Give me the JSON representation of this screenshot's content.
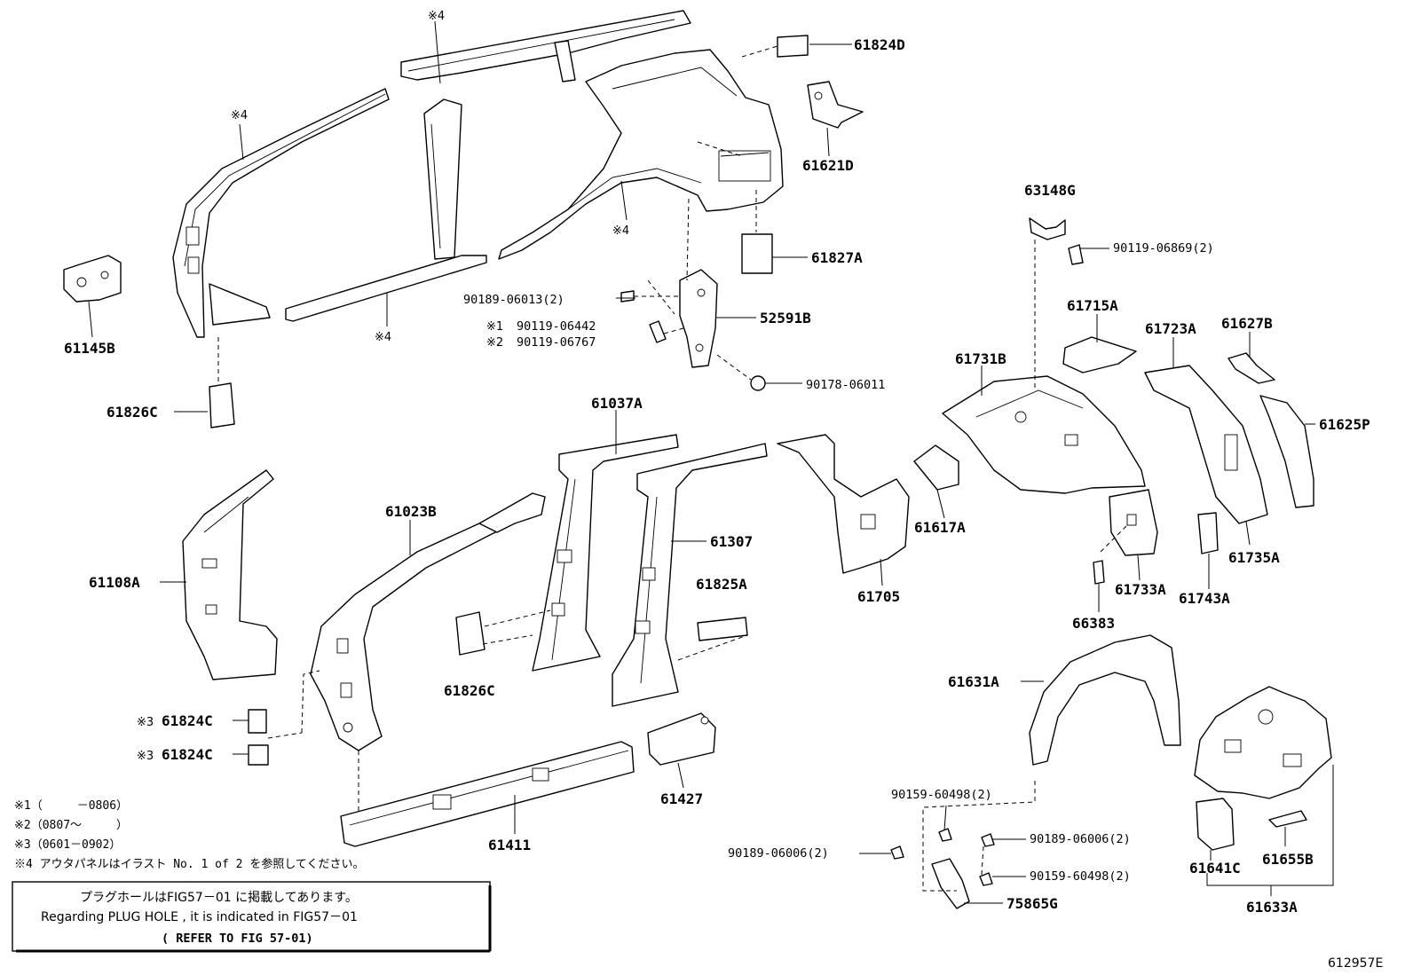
{
  "diagram": {
    "parts": {
      "p61824D": "61824D",
      "p61621D": "61621D",
      "p61827A": "61827A",
      "p63148G": "63148G",
      "f90119_06869": "90119-06869(2)",
      "f90189_06013": "90189-06013(2)",
      "f90119_06442": "90119-06442",
      "f90119_06767": "90119-06767",
      "p52591B": "52591B",
      "f90178_06011": "90178-06011",
      "p61145B": "61145B",
      "p61826C_a": "61826C",
      "p61037A": "61037A",
      "p61715A": "61715A",
      "p61723A": "61723A",
      "p61627B": "61627B",
      "p61731B": "61731B",
      "p61625P": "61625P",
      "p61023B": "61023B",
      "p61307": "61307",
      "p61108A": "61108A",
      "p61825A": "61825A",
      "p61617A": "61617A",
      "p61705": "61705",
      "p61735A": "61735A",
      "p61733A": "61733A",
      "p61743A": "61743A",
      "p66383": "66383",
      "p61826C_b": "61826C",
      "p61824C_a": "61824C",
      "p61824C_b": "61824C",
      "p61631A": "61631A",
      "p61427": "61427",
      "p61411": "61411",
      "f90159_60498_a": "90159-60498(2)",
      "f90189_06006_a": "90189-06006(2)",
      "f90189_06006_b": "90189-06006(2)",
      "f90159_60498_b": "90159-60498(2)",
      "p75865G": "75865G",
      "p61641C": "61641C",
      "p61655B": "61655B",
      "p61633A": "61633A"
    },
    "marks": {
      "m4": "※4",
      "m1": "※1",
      "m2": "※2",
      "m3": "※3"
    },
    "notes": {
      "n1": "※1（　　　－0806）",
      "n2": "※2（0807～　　　）",
      "n3": "※3（0601－0902）",
      "n4": "※4 アウタパネルはイラスト No. 1 of 2 を参照してください。"
    },
    "reference_box": {
      "line1": "プラグホールはFIG57－01 に掲載してあります。",
      "line2": "Regarding PLUG HOLE , it is indicated in FIG57－01",
      "line3": "( REFER TO FIG 57-01)"
    },
    "figure_code": "612957E"
  }
}
